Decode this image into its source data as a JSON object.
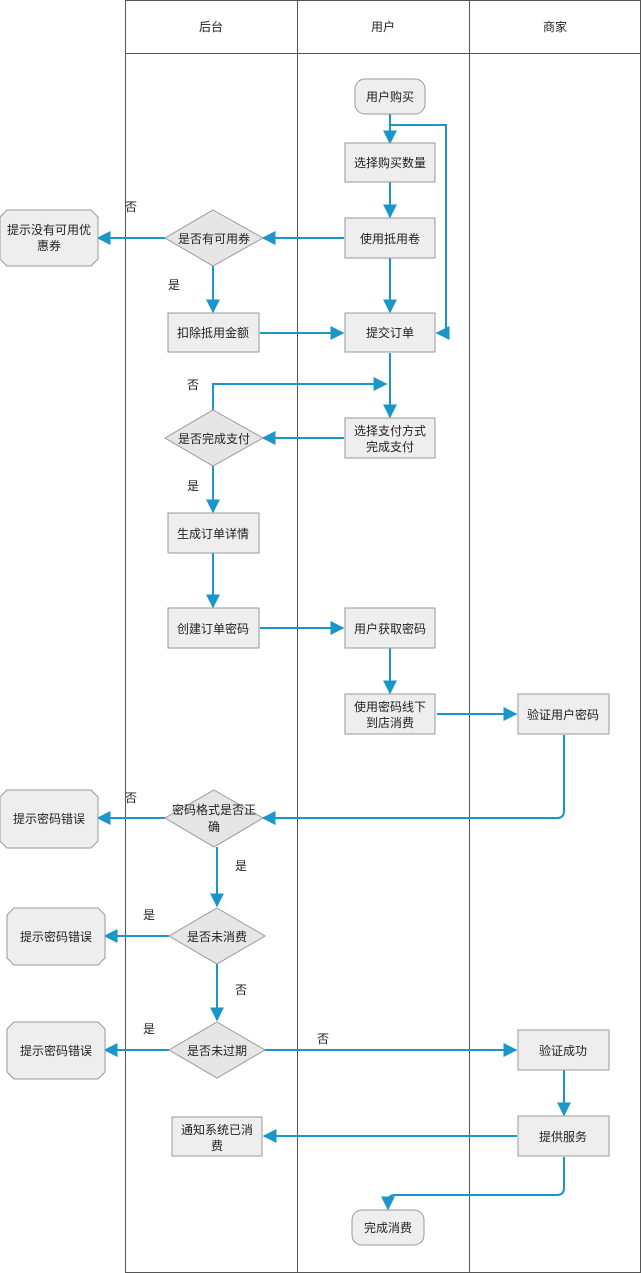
{
  "lanes": {
    "backend": "后台",
    "user": "用户",
    "merchant": "商家"
  },
  "nodes": {
    "user_buy": "用户购买",
    "select_qty": "选择购买数量",
    "use_voucher": "使用抵用卷",
    "no_voucher_msg_1": "提示没有可用优",
    "no_voucher_msg_2": "惠券",
    "has_voucher_q": "是否有可用券",
    "deduct_amount": "扣除抵用金额",
    "submit_order": "提交订单",
    "paid_q": "是否完成支付",
    "pay_method_1": "选择支付方式",
    "pay_method_2": "完成支付",
    "gen_order_detail": "生成订单详情",
    "create_password": "创建订单密码",
    "get_password": "用户获取密码",
    "offline_1": "使用密码线下",
    "offline_2": "到店消费",
    "verify_password": "验证用户密码",
    "pw_error_1": "提示密码错误",
    "format_q_1": "密码格式是否正",
    "format_q_2": "确",
    "pw_error_2": "提示密码错误",
    "unused_q": "是否未消费",
    "pw_error_3": "提示密码错误",
    "unexpired_q": "是否未过期",
    "verify_success": "验证成功",
    "notify_1": "通知系统已消",
    "notify_2": "费",
    "provide_service": "提供服务",
    "finish": "完成消费"
  },
  "labels": {
    "no_1": "否",
    "yes_1": "是",
    "no_2": "否",
    "yes_2": "是",
    "no_3": "否",
    "yes_3": "是",
    "yes_4": "是",
    "no_4": "否",
    "yes_5": "是",
    "no_5": "否"
  },
  "colors": {
    "edge": "#1a96c8",
    "box_fill": "#eeeeee",
    "box_stroke": "#999999"
  }
}
